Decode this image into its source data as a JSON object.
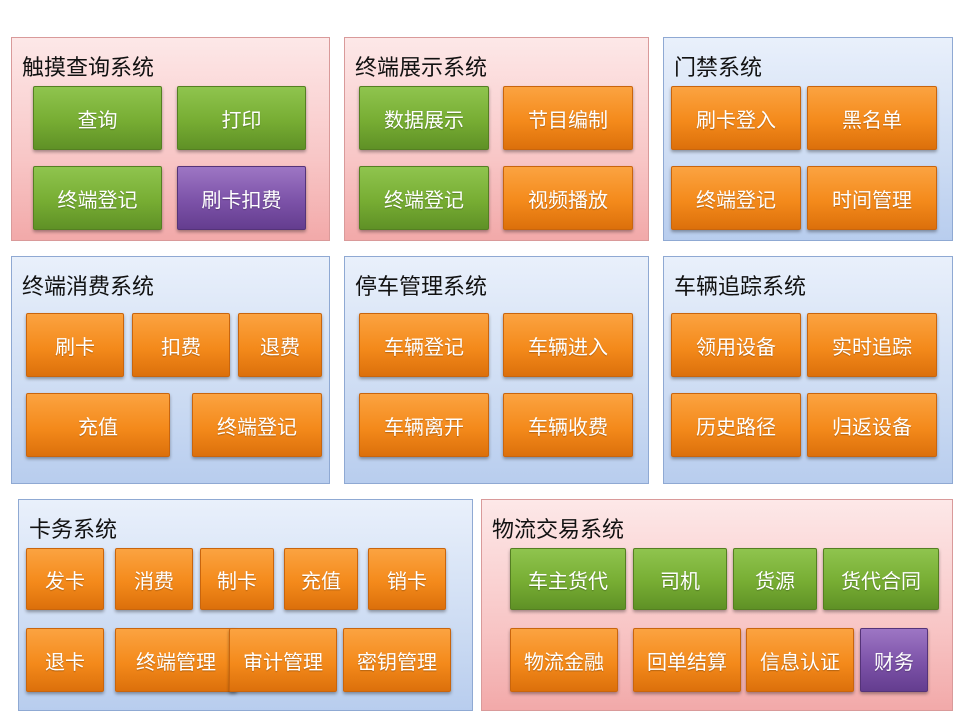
{
  "panels": {
    "touch": {
      "title": "触摸查询系统",
      "buttons": [
        "查询",
        "打印",
        "终端登记",
        "刷卡扣费"
      ]
    },
    "display": {
      "title": "终端展示系统",
      "buttons": [
        "数据展示",
        "节目编制",
        "终端登记",
        "视频播放"
      ]
    },
    "access": {
      "title": "门禁系统",
      "buttons": [
        "刷卡登入",
        "黑名单",
        "终端登记",
        "时间管理"
      ]
    },
    "consume": {
      "title": "终端消费系统",
      "buttons": [
        "刷卡",
        "扣费",
        "退费",
        "充值",
        "终端登记"
      ]
    },
    "parking": {
      "title": "停车管理系统",
      "buttons": [
        "车辆登记",
        "车辆进入",
        "车辆离开",
        "车辆收费"
      ]
    },
    "tracking": {
      "title": "车辆追踪系统",
      "buttons": [
        "领用设备",
        "实时追踪",
        "历史路径",
        "归返设备"
      ]
    },
    "card": {
      "title": "卡务系统",
      "buttons": [
        "发卡",
        "消费",
        "制卡",
        "充值",
        "销卡",
        "退卡",
        "终端管理",
        "审计管理",
        "密钥管理"
      ]
    },
    "logistics": {
      "title": "物流交易系统",
      "buttons": [
        "车主货代",
        "司机",
        "货源",
        "货代合同",
        "物流金融",
        "回单结算",
        "信息认证",
        "财务"
      ]
    }
  },
  "colors": {
    "green": "#77ad33",
    "orange": "#f48a1b",
    "purple": "#7c52a8",
    "panel_red": "#f8c6c6",
    "panel_blue": "#cddcf3"
  }
}
